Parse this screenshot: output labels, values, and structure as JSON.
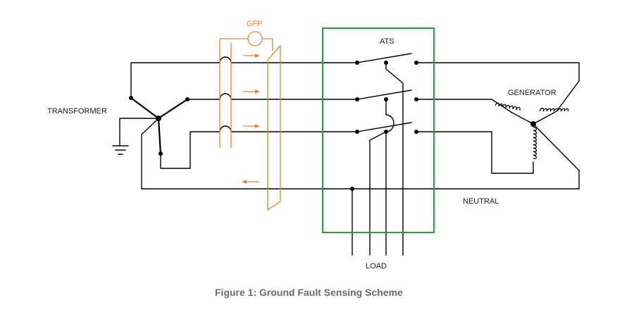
{
  "diagram": {
    "labels": {
      "transformer": "TRANSFORMER",
      "gfp": "GFP",
      "ats": "ATS",
      "generator": "GENERATOR",
      "neutral": "NEUTRAL",
      "load": "LOAD"
    },
    "caption": "Figure 1: Ground Fault Sensing Scheme"
  },
  "colors": {
    "wire": "#000000",
    "gfp": "#e08a2e",
    "ats_box": "#22a03a",
    "caption": "#6b6b6b"
  }
}
